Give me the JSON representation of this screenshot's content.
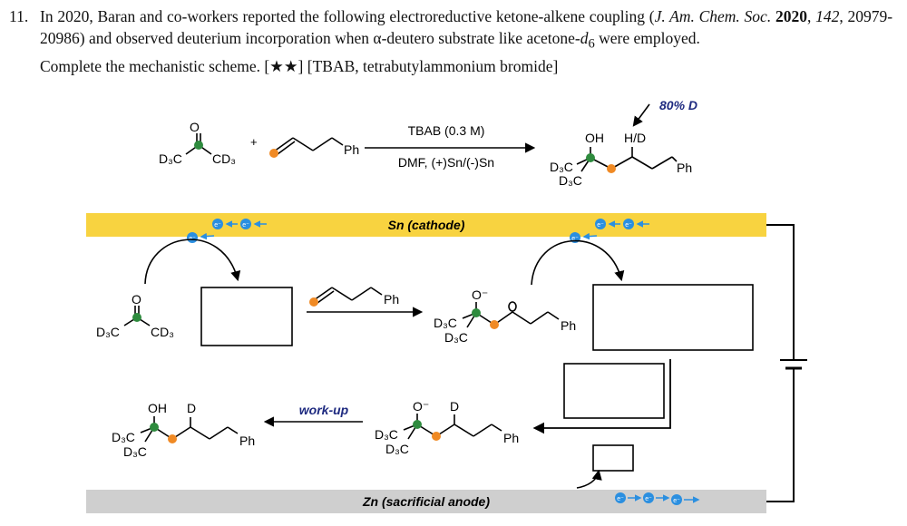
{
  "question": {
    "number": "11.",
    "line1_a": "In 2020, Baran and co-workers reported the following electroreductive ketone-alkene coupling (",
    "journal": "J. Am. Chem. Soc.",
    "year": " 2020",
    "line1_b": ",",
    "volume": "142",
    "pages": ", 20979-20986) and observed deuterium incorporation when α-deutero substrate like acetone-",
    "d6_d": "d",
    "d6_6": "6",
    "line2_b": " were employed.",
    "line3": "Complete the mechanistic scheme. [★★] [TBAB, tetrabutylammonium bromide]"
  },
  "top_reaction": {
    "ketone_o": "O",
    "ketone_left": "D₃C",
    "ketone_right": "CD₃",
    "plus": "+",
    "alkene_ph": "Ph",
    "conditions_top": "TBAB (0.3 M)",
    "conditions_bottom": "DMF, (+)Sn/(-)Sn",
    "product_oh": "OH",
    "product_hd": "H/D",
    "product_ph": "Ph",
    "product_me1": "D₃C",
    "product_me2": "D₃C",
    "annotation": "80% D"
  },
  "cathode_label": "Sn (cathode)",
  "anode_label": "Zn (sacrificial anode)",
  "electron_symbol": "e⁻",
  "mechanism": {
    "ketone_o": "O",
    "ketone_left": "D₃C",
    "ketone_right": "CD₃",
    "alkene_ph": "Ph",
    "radical_o": "O⁻",
    "radical_ph": "Ph",
    "radical_me1": "D₃C",
    "radical_me2": "D₃C",
    "alkoxide_o": "O⁻",
    "alkoxide_d": "D",
    "alkoxide_ph": "Ph",
    "alkoxide_me1": "D₃C",
    "alkoxide_me2": "D₃C",
    "workup_label": "work-up",
    "final_oh": "OH",
    "final_d": "D",
    "final_ph": "Ph",
    "final_me1": "D₃C",
    "final_me2": "D₃C"
  },
  "colors": {
    "cathode": "#F8D340",
    "anode": "#CFCFCF",
    "green_atom": "#2E8B3E",
    "orange_atom": "#F08A24",
    "electron": "#2B8FE0",
    "annotation": "#1E2A80"
  }
}
